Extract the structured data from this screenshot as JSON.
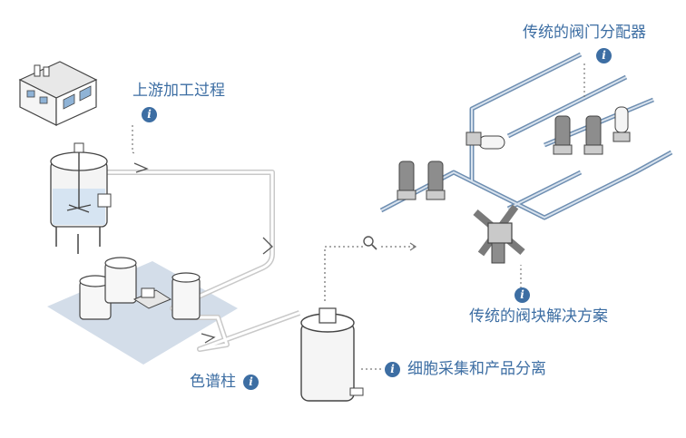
{
  "labels": {
    "upstream": "上游加工过程",
    "chromatography": "色谱柱",
    "cell_harvest": "细胞采集和产品分离",
    "valve_block": "传统的阀块解决方案",
    "valve_manifold": "传统的阀门分配器"
  },
  "info_icon_glyph": "i",
  "colors": {
    "label_blue": "#3d6ea3",
    "pipe_blue": "#6f8fb2",
    "floor_blue": "#d3dde9",
    "outline": "#4a4a4a"
  }
}
